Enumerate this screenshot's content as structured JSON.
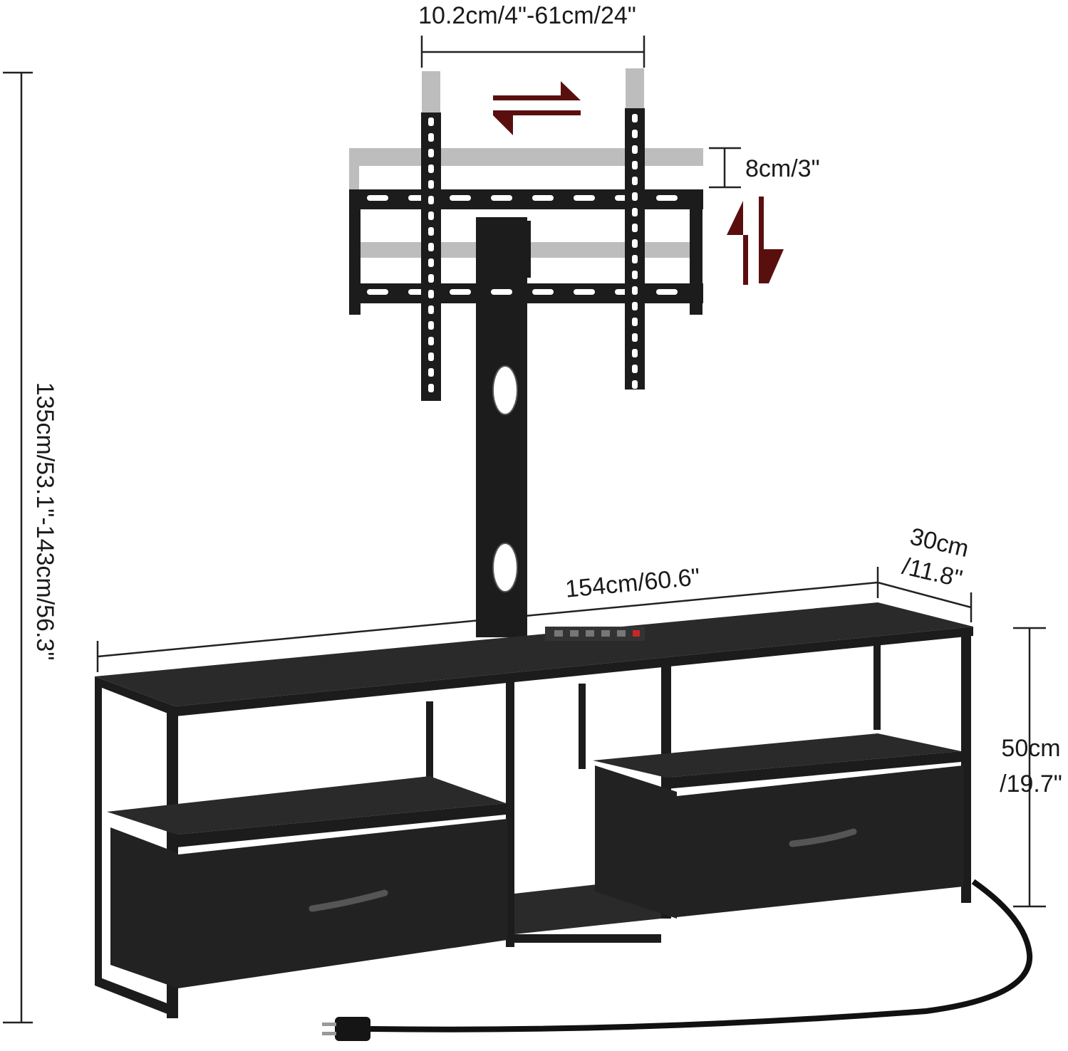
{
  "dimensions": {
    "vesa_width": "10.2cm/4\"-61cm/24\"",
    "vertical_adjust": "8cm/3\"",
    "total_height": "135cm/53.1\"-143cm/56.3\"",
    "stand_width": "154cm/60.6\"",
    "depth_line1": "30cm",
    "depth_line2": "/11.8\"",
    "cabinet_height_line1": "50cm",
    "cabinet_height_line2": "/19.7\""
  },
  "colors": {
    "arrow": "#5a0f0f",
    "frame": "#1c1c1c",
    "wood": "#2a2a2a",
    "fabric": "#222222",
    "ghost": "#bdbdbd",
    "line": "#222222"
  }
}
